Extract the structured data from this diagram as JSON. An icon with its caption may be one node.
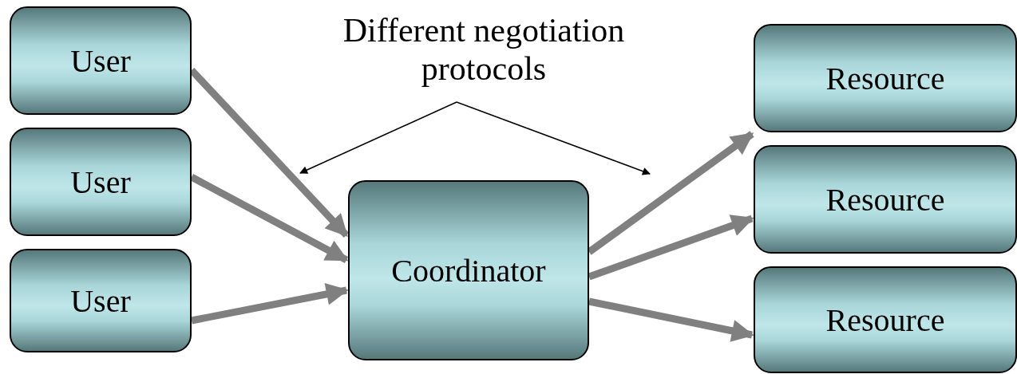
{
  "diagram": {
    "nodes": [
      {
        "text": [
          "User"
        ]
      },
      {
        "text": [
          "User"
        ]
      },
      {
        "text": [
          "User"
        ]
      },
      {
        "text": [
          "Coordinator"
        ]
      },
      {
        "text": [
          "Resource"
        ]
      },
      {
        "text": [
          "Resource"
        ]
      },
      {
        "text": [
          "Resource"
        ]
      },
      {
        "text": [
          "Different negotiation protocols"
        ]
      }
    ],
    "edges": [
      {
        "from": 0,
        "to": 3,
        "arrow": "to"
      },
      {
        "from": 1,
        "to": 3,
        "arrow": "to"
      },
      {
        "from": 2,
        "to": 3,
        "arrow": "to"
      },
      {
        "from": 3,
        "to": 4,
        "arrow": "to"
      },
      {
        "from": 3,
        "to": 5,
        "arrow": "to"
      },
      {
        "from": 3,
        "to": 6,
        "arrow": "to"
      },
      {
        "from": 7,
        "to": null,
        "arrow": "to",
        "color": "#000000"
      },
      {
        "from": 7,
        "to": null,
        "arrow": "to",
        "color": "#000000"
      }
    ]
  }
}
